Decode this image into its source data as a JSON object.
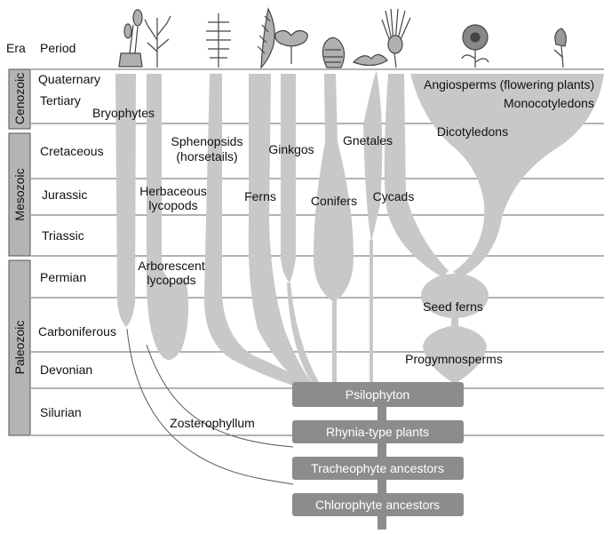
{
  "header": {
    "era_label": "Era",
    "period_label": "Period"
  },
  "eras": [
    {
      "name": "Cenozoic"
    },
    {
      "name": "Mesozoic"
    },
    {
      "name": "Paleozoic"
    }
  ],
  "periods": [
    "Quaternary",
    "Tertiary",
    "Cretaceous",
    "Jurassic",
    "Triassic",
    "Permian",
    "Carboniferous",
    "Devonian",
    "Silurian"
  ],
  "groups": {
    "bryophytes": "Bryophytes",
    "sphenopsids_1": "Sphenopsids",
    "sphenopsids_2": "(horsetails)",
    "ginkgos": "Ginkgos",
    "gnetales": "Gnetales",
    "herbaceous_1": "Herbaceous",
    "herbaceous_2": "lycopods",
    "ferns": "Ferns",
    "conifers": "Conifers",
    "cycads": "Cycads",
    "angiosperms": "Angiosperms (flowering plants)",
    "monocotyledons": "Monocotyledons",
    "dicotyledons": "Dicotyledons",
    "arborescent_1": "Arborescent",
    "arborescent_2": "lycopods",
    "seed_ferns": "Seed ferns",
    "progymnosperms": "Progymnosperms",
    "zosterophyllum": "Zosterophyllum"
  },
  "ancestors": [
    "Psilophyton",
    "Rhynia-type plants",
    "Tracheophyte ancestors",
    "Chlorophyte ancestors"
  ],
  "icons": [
    "moss-plant-icon",
    "lycopod-plant-icon",
    "horsetail-plant-icon",
    "fern-frond-icon",
    "ginkgo-leaf-icon",
    "conifer-cone-icon",
    "gnetales-plant-icon",
    "cycad-plant-icon",
    "dicot-flower-icon",
    "monocot-flower-icon"
  ],
  "colors": {
    "branch": "#c8c8c8",
    "ancestor_box": "#8c8c8c",
    "era_box": "#b4b4b4",
    "line": "#555555"
  }
}
